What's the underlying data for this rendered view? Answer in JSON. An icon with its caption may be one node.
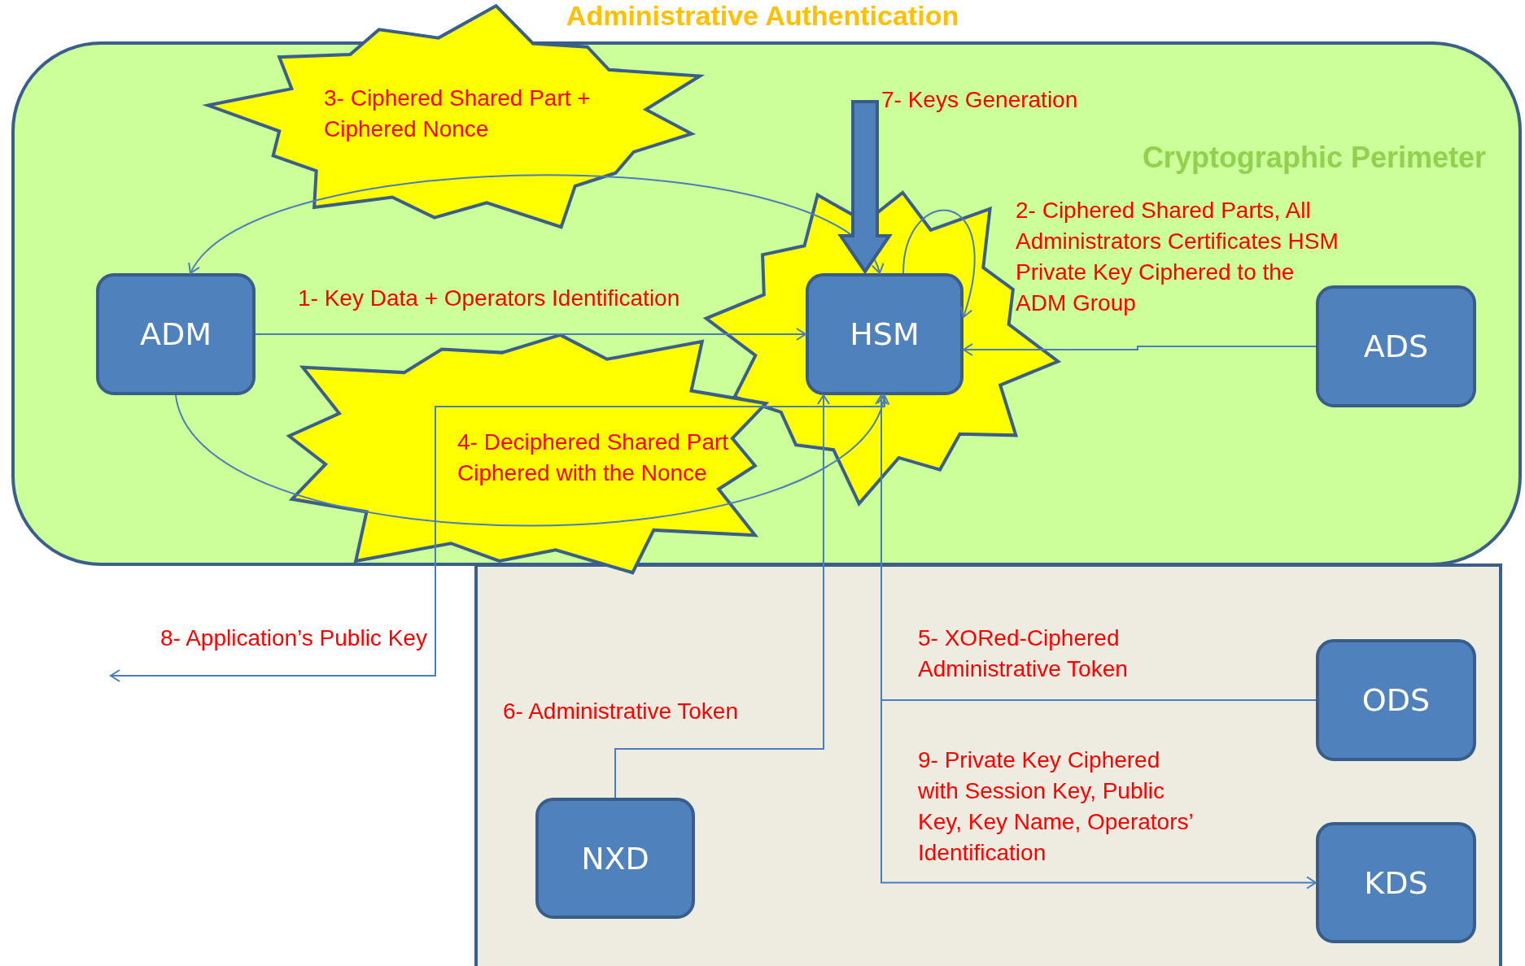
{
  "diagram": {
    "title": "Administrative Authentication",
    "nodes": [
      {
        "text": [
          "Cryptographic Perimeter"
        ]
      },
      {
        "text": [
          "ADM"
        ],
        "in": 0
      },
      {
        "text": [
          "HSM"
        ],
        "in": 0
      },
      {
        "text": [
          "ADS"
        ],
        "in": 0
      },
      {
        "text": [],
        "shape": "box"
      },
      {
        "text": [
          "ODS"
        ],
        "in": 4
      },
      {
        "text": [
          "NXD"
        ],
        "in": 4
      },
      {
        "text": [
          "KDS"
        ],
        "in": 4
      }
    ],
    "edges": [
      {
        "from": 1,
        "to": 2,
        "arrow": "to",
        "label": "1- Key Data + Operators Identification"
      },
      {
        "from": 2,
        "to": 1,
        "arrow": "both",
        "label": "3- Ciphered Shared Part + Ciphered Nonce"
      },
      {
        "from": 2,
        "to": 2,
        "arrow": "to",
        "label": "2- Ciphered Shared Parts, All Administrators Certificates HSM Private Key Ciphered to the ADM Group"
      },
      {
        "from": 3,
        "to": 2,
        "arrow": "to"
      },
      {
        "from": 1,
        "to": 2,
        "arrow": "to",
        "label": "4- Deciphered Shared Part Ciphered with the Nonce"
      },
      {
        "from": null,
        "to": 2,
        "arrow": "to",
        "style": "thick",
        "label": "7- Keys Generation"
      },
      {
        "from": 2,
        "to": null,
        "arrow": "to",
        "label": "8- Application’s Public Key"
      },
      {
        "from": 6,
        "to": 2,
        "arrow": "to",
        "label": "6- Administrative Token"
      },
      {
        "from": 5,
        "to": 2,
        "arrow": "to",
        "label": "5- XORed-Ciphered Administrative Token"
      },
      {
        "from": 2,
        "to": 7,
        "arrow": "to",
        "label": "9- Private Key Ciphered with Session Key, Public Key, Key Name, Operators’ Identification"
      }
    ]
  }
}
